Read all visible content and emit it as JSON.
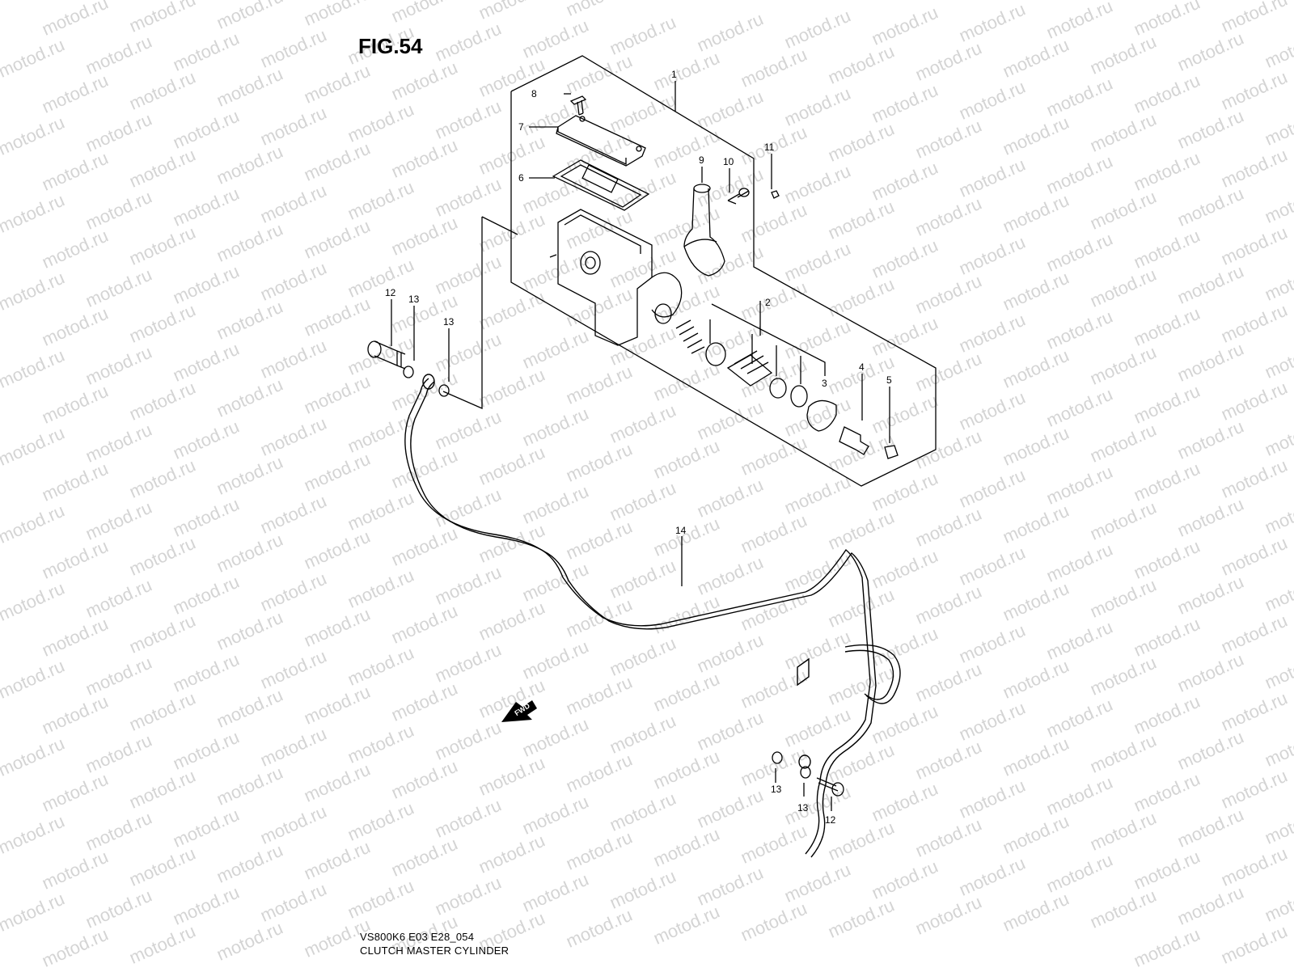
{
  "figure": {
    "title": "FIG.54"
  },
  "caption": {
    "model_code": "VS800K6 E03 E28_054",
    "name": "CLUTCH MASTER CYLINDER"
  },
  "watermark": {
    "text": "motod.ru",
    "color": "#d4d4d4"
  },
  "direction_arrow": {
    "label": "FWD"
  },
  "parts": {
    "p1": "1",
    "p2": "2",
    "p3": "3",
    "p4": "4",
    "p5": "5",
    "p6": "6",
    "p7": "7",
    "p8": "8",
    "p9": "9",
    "p10": "10",
    "p11": "11",
    "p12": "12",
    "p13": "13",
    "p14": "14"
  }
}
